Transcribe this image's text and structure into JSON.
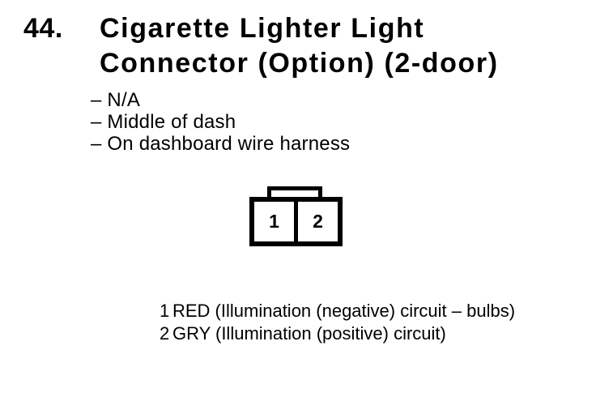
{
  "document": {
    "item_number": "44.",
    "title_line1": "Cigarette Lighter Light",
    "title_line2": "Connector (Option) (2-door)",
    "details": [
      "– N/A",
      "– Middle of dash",
      "– On dashboard wire harness"
    ],
    "connector": {
      "pin_labels": [
        "1",
        "2"
      ]
    },
    "pinout": [
      {
        "pin": "1",
        "description": "RED (Illumination (negative) circuit – bulbs)"
      },
      {
        "pin": "2",
        "description": "GRY (Illumination (positive) circuit)"
      }
    ],
    "colors": {
      "ink": "#000000",
      "paper": "#ffffff"
    }
  }
}
